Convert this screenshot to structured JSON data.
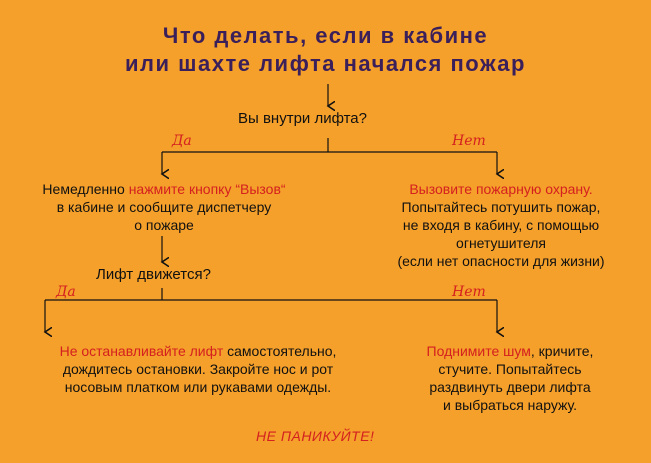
{
  "title": {
    "line1": "Что делать, если в кабине",
    "line2": "или шахте лифта начался пожар"
  },
  "question1": "Вы внутри лифта?",
  "question2": "Лифт движется?",
  "yes_label": "Да",
  "no_label": "Нет",
  "branch_yes_1": {
    "red_part": "нажмите кнопку “Вызов“",
    "pre": "Немедленно ",
    "line2": "в кабине и сообщите диспетчеру",
    "line3": "о пожаре"
  },
  "branch_no_1": {
    "red_part": "Вызовите пожарную охрану.",
    "line2": "Попытайтесь потушить пожар,",
    "line3": "не входя в кабину, с помощью",
    "line4": "огнетушителя",
    "line5": "(если нет опасности для жизни)"
  },
  "branch_yes_2": {
    "red_part": "Не останавливайте лифт",
    "post": " самостоятельно,",
    "line2": "дождитесь остановки. Закройте нос и рот",
    "line3": "носовым платком или рукавами одежды."
  },
  "branch_no_2": {
    "red_part": "Поднимите шум",
    "post": ", кричите,",
    "line2": "стучите. Попытайтесь",
    "line3": "раздвинуть двери лифта",
    "line4": "и выбраться наружу."
  },
  "warning": "НЕ ПАНИКУЙТЕ!",
  "colors": {
    "background": "#f5a02a",
    "title": "#3a1f5a",
    "accent": "#d42020"
  }
}
